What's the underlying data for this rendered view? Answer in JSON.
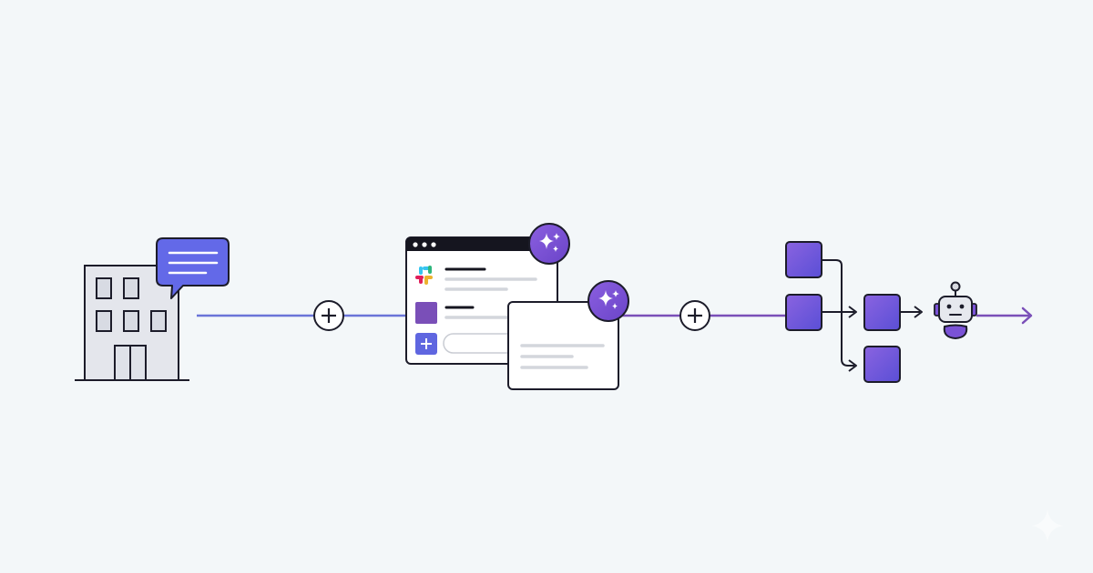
{
  "diagram": {
    "stages": [
      {
        "name": "company-building-with-chat-bubble",
        "icon": "building-icon",
        "badge": "chat-bubble-icon"
      },
      {
        "name": "join-point",
        "icon": "plus-circle-icon"
      },
      {
        "name": "slack-app-windows",
        "icon": "slack-logo-icon",
        "badges": [
          "sparkle-icon",
          "sparkle-icon"
        ]
      },
      {
        "name": "join-point",
        "icon": "plus-circle-icon"
      },
      {
        "name": "branching-workflow",
        "icon": "workflow-blocks-icon"
      },
      {
        "name": "ai-agent",
        "icon": "robot-icon"
      }
    ],
    "colors": {
      "background": "#f3f7f9",
      "stroke": "#1c1c2a",
      "accent_purple": "#6a4fd0",
      "block_gradient_start": "#8a63e0",
      "block_gradient_end": "#5a4fd6",
      "chat_bubble": "#6369e8",
      "badge_purple": "#7a52d6",
      "connector_blue": "#6a74d8",
      "connector_purple": "#7a4fb8",
      "window_header": "#15151f",
      "placeholder_gray": "#d3d6dc",
      "building_fill": "#e4e6ec",
      "slack_red": "#e01e5a",
      "slack_green": "#2eb67d",
      "slack_blue": "#36c5f0",
      "slack_yellow": "#ecb22e"
    }
  }
}
